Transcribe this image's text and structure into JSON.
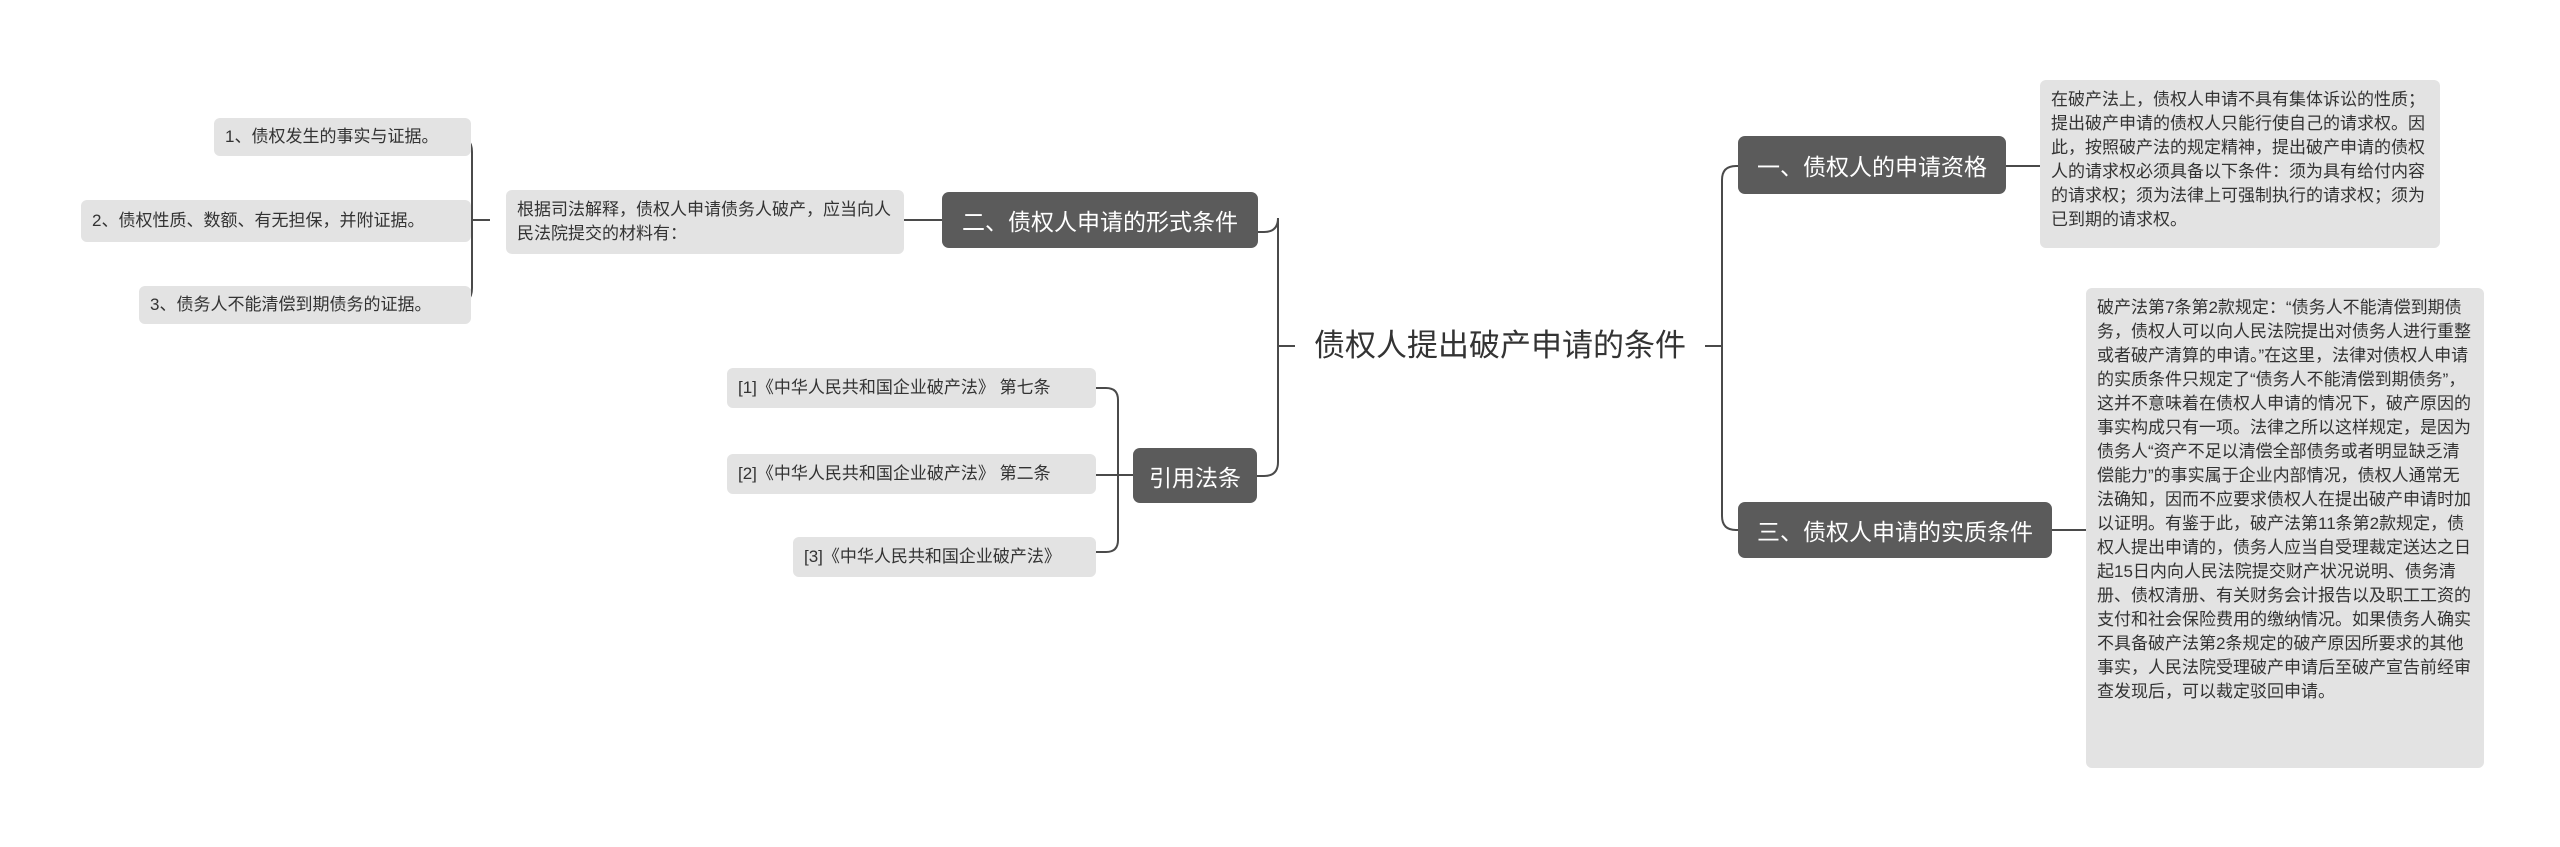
{
  "root": {
    "title": "债权人提出破产申请的条件"
  },
  "branches": {
    "qualification": {
      "label": "一、债权人的申请资格"
    },
    "formal": {
      "label": "二、债权人申请的形式条件"
    },
    "substantive": {
      "label": "三、债权人申请的实质条件"
    },
    "citations": {
      "label": "引用法条"
    }
  },
  "qualification_note": "在破产法上，债权人申请不具有集体诉讼的性质；提出破产申请的债权人只能行使自己的请求权。因此，按照破产法的规定精神，提出破产申请的债权人的请求权必须具备以下条件：须为具有给付内容的请求权；须为法律上可强制执行的请求权；须为已到期的请求权。",
  "formal_note": "根据司法解释，债权人申请债务人破产，应当向人民法院提交的材料有：",
  "formal_items": [
    "1、债权发生的事实与证据。",
    "2、债权性质、数额、有无担保，并附证据。",
    "3、债务人不能清偿到期债务的证据。"
  ],
  "substantive_note": "破产法第7条第2款规定：“债务人不能清偿到期债务，债权人可以向人民法院提出对债务人进行重整或者破产清算的申请。”在这里，法律对债权人申请的实质条件只规定了“债务人不能清偿到期债务”，这并不意味着在债权人申请的情况下，破产原因的事实构成只有一项。法律之所以这样规定，是因为债务人“资产不足以清偿全部债务或者明显缺乏清偿能力”的事实属于企业内部情况，债权人通常无法确知，因而不应要求债权人在提出破产申请时加以证明。有鉴于此，破产法第11条第2款规定，债权人提出申请的，债务人应当自受理裁定送达之日起15日内向人民法院提交财产状况说明、债务清册、债权清册、有关财务会计报告以及职工工资的支付和社会保险费用的缴纳情况。如果债务人确实不具备破产法第2条规定的破产原因所要求的其他事实，人民法院受理破产申请后至破产宣告前经审查发现后，可以裁定驳回申请。",
  "citation_items": [
    "[1]《中华人民共和国企业破产法》 第七条",
    "[2]《中华人民共和国企业破产法》 第二条",
    "[3]《中华人民共和国企业破产法》"
  ],
  "colors": {
    "line": "#4a4a4a",
    "branch_fill": "#5b5b5b",
    "leaf_fill": "#e3e3e3",
    "text": "#333333"
  }
}
